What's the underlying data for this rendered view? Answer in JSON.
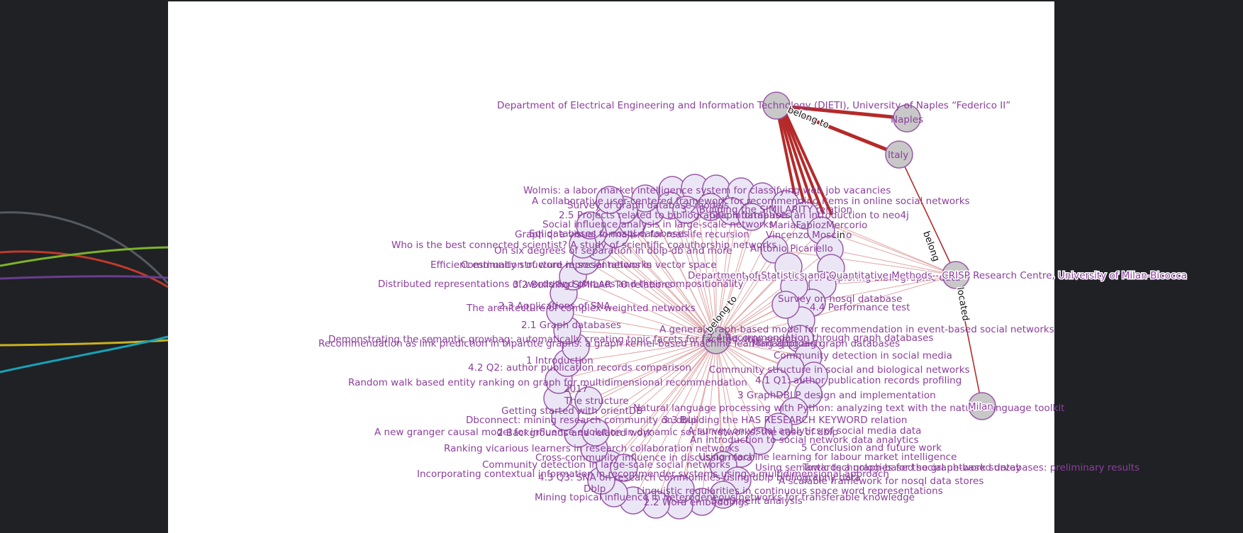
{
  "colors": {
    "background": "#1f2125",
    "canvas": "#ffffff",
    "label": "#8c3f9c",
    "node_fill_entity": "#c8c8c8",
    "node_fill_doc": "#ebe6f5",
    "node_stroke": "#9a5aa8",
    "edge_strong": "#b52a2a",
    "edge_light": "#e0a6a6",
    "bg_curves": [
      "#555a60",
      "#c0392b",
      "#7db32a",
      "#6a3d8f",
      "#c9b11e",
      "#17a2b8"
    ]
  },
  "graph": {
    "entity_nodes": [
      {
        "id": "dieti",
        "label": "Department of Electrical Engineering and Information Technology (DIETI), University of Naples “Federico II”"
      },
      {
        "id": "naples",
        "label": "Naples"
      },
      {
        "id": "italy",
        "label": "Italy"
      },
      {
        "id": "crisp",
        "label": "Department of Statistics and Quantitative Methods - CRISP Research Centre, University of Milan-Bicocca"
      },
      {
        "id": "milan",
        "label": "Milan"
      }
    ],
    "edge_labels": [
      {
        "id": "belong-to-1",
        "text": "belong to"
      },
      {
        "id": "belong-2",
        "text": "belong"
      },
      {
        "id": "located",
        "text": "located"
      },
      {
        "id": "belong-to-hub",
        "text": "belong to"
      },
      {
        "id": "in-1",
        "text": "in"
      }
    ],
    "doc_labels": [
      {
        "id": "d1",
        "text": "Wolmis: a labor market intelligence system for classifying web job vacancies"
      },
      {
        "id": "d2",
        "text": "A collaborative user-centered framework for recommending items in online social networks"
      },
      {
        "id": "d3",
        "text": "3.2 Building the SIMILARITY relation"
      },
      {
        "id": "d4",
        "text": "Survey of graph database models"
      },
      {
        "id": "d5",
        "text": "2.5 Projects related to bibliographic information"
      },
      {
        "id": "d6",
        "text": "Graph databases an introduction to neo4j"
      },
      {
        "id": "d7",
        "text": "Social influence analysis in large-scale networks"
      },
      {
        "id": "d8",
        "text": "MariaFabiozMercorio"
      },
      {
        "id": "d9",
        "text": "Sql databases v. nosql databases"
      },
      {
        "id": "d10",
        "text": "Graphiq: a visual formalism for real life recursion"
      },
      {
        "id": "d11",
        "text": "Vincenzo Moscato"
      },
      {
        "id": "d12",
        "text": "Who is the best connected scientist? A study of scientific coauthorship networks"
      },
      {
        "id": "d13",
        "text": "Antonio Picariello"
      },
      {
        "id": "d14",
        "text": "On six degrees of separation in dblp-db and more"
      },
      {
        "id": "d15",
        "text": "Efficient estimation of word representations in vector space"
      },
      {
        "id": "d16",
        "text": "Community structure in social networks"
      },
      {
        "id": "d17",
        "text": "Bibliometrix: a tool for exploring bibliographic data"
      },
      {
        "id": "d18",
        "text": "Distributed representations of words and phrases and their compositionality"
      },
      {
        "id": "d19",
        "text": "3.2 Building SIMILAR TO relations"
      },
      {
        "id": "d20",
        "text": "Survey on nosql database"
      },
      {
        "id": "d21",
        "text": "2.3 Applications of SNA"
      },
      {
        "id": "d22",
        "text": "The architecture of complex weighted networks"
      },
      {
        "id": "d23",
        "text": "4.4 Performance test"
      },
      {
        "id": "d24",
        "text": "2.1 Graph databases"
      },
      {
        "id": "d25",
        "text": "A general graph-based model for recommendation in event-based social networks"
      },
      {
        "id": "d26",
        "text": "Demonstrating the semantic growbag: automatically creating topic facets for faceted dblp search"
      },
      {
        "id": "d27",
        "text": "2.4 Recommendation through graph databases"
      },
      {
        "id": "d28",
        "text": "Recommendation as link prediction in bipartite graphs: a graph kernel-based machine learning approach"
      },
      {
        "id": "d29",
        "text": "Managing big graph databases"
      },
      {
        "id": "d30",
        "text": "Community detection in social media"
      },
      {
        "id": "d31",
        "text": "1 Introduction"
      },
      {
        "id": "d32",
        "text": "4.2 Q2: author publication records comparison"
      },
      {
        "id": "d33",
        "text": "Community structure in social and biological networks"
      },
      {
        "id": "d34",
        "text": "4.1 Q1: author publication records profiling"
      },
      {
        "id": "d35",
        "text": "Random walk based entity ranking on graph for multidimensional recommendation"
      },
      {
        "id": "d36",
        "text": "2017"
      },
      {
        "id": "d37",
        "text": "3 GraphDBLP design and implementation"
      },
      {
        "id": "d38",
        "text": "The structure"
      },
      {
        "id": "d39",
        "text": "Getting started with orientDB"
      },
      {
        "id": "d40",
        "text": "Natural language processing with Python: analyzing text with the natural language toolkit"
      },
      {
        "id": "d41",
        "text": "Dbconnect: mining research community on dblp"
      },
      {
        "id": "d42",
        "text": "3.3 Building the HAS RESEARCH KEYWORD relation"
      },
      {
        "id": "d43",
        "text": "A survey on visual analytics of social media data"
      },
      {
        "id": "d44",
        "text": "A new granger causal model for influence evolution in dynamic social networks: the case of dblp"
      },
      {
        "id": "d45",
        "text": "2 Backgrounds and related work"
      },
      {
        "id": "d46",
        "text": "An introduction to social network data analytics"
      },
      {
        "id": "d47",
        "text": "Ranking vicarious learners in research collaboration networks"
      },
      {
        "id": "d48",
        "text": "5 Conclusion and future work"
      },
      {
        "id": "d49",
        "text": "Cross-community influence in discussion fora"
      },
      {
        "id": "d50",
        "text": "Using machine learning for labour market intelligence"
      },
      {
        "id": "d51",
        "text": "Community detection in large-scale social networks"
      },
      {
        "id": "d52",
        "text": "Towards a graph-based social network survey"
      },
      {
        "id": "d53",
        "text": "Using semantic technologies for the graph-based databases: preliminary results"
      },
      {
        "id": "d54",
        "text": "Incorporating contextual information in recommender systems using a multidimensional approach"
      },
      {
        "id": "d55",
        "text": "4.3 Q3: SNA on research communities using dblp bibliography data"
      },
      {
        "id": "d56",
        "text": "A scalable framework for nosql data stores"
      },
      {
        "id": "d57",
        "text": "Linguistic regularities in continuous space word representations"
      },
      {
        "id": "d58",
        "text": "Mining topical influence in heterogeneous networks for transferable knowledge"
      },
      {
        "id": "d59",
        "text": "Dblp"
      },
      {
        "id": "d60",
        "text": "2.2 Word embeddings"
      },
      {
        "id": "d61",
        "text": "Sentiment analysis"
      }
    ]
  }
}
